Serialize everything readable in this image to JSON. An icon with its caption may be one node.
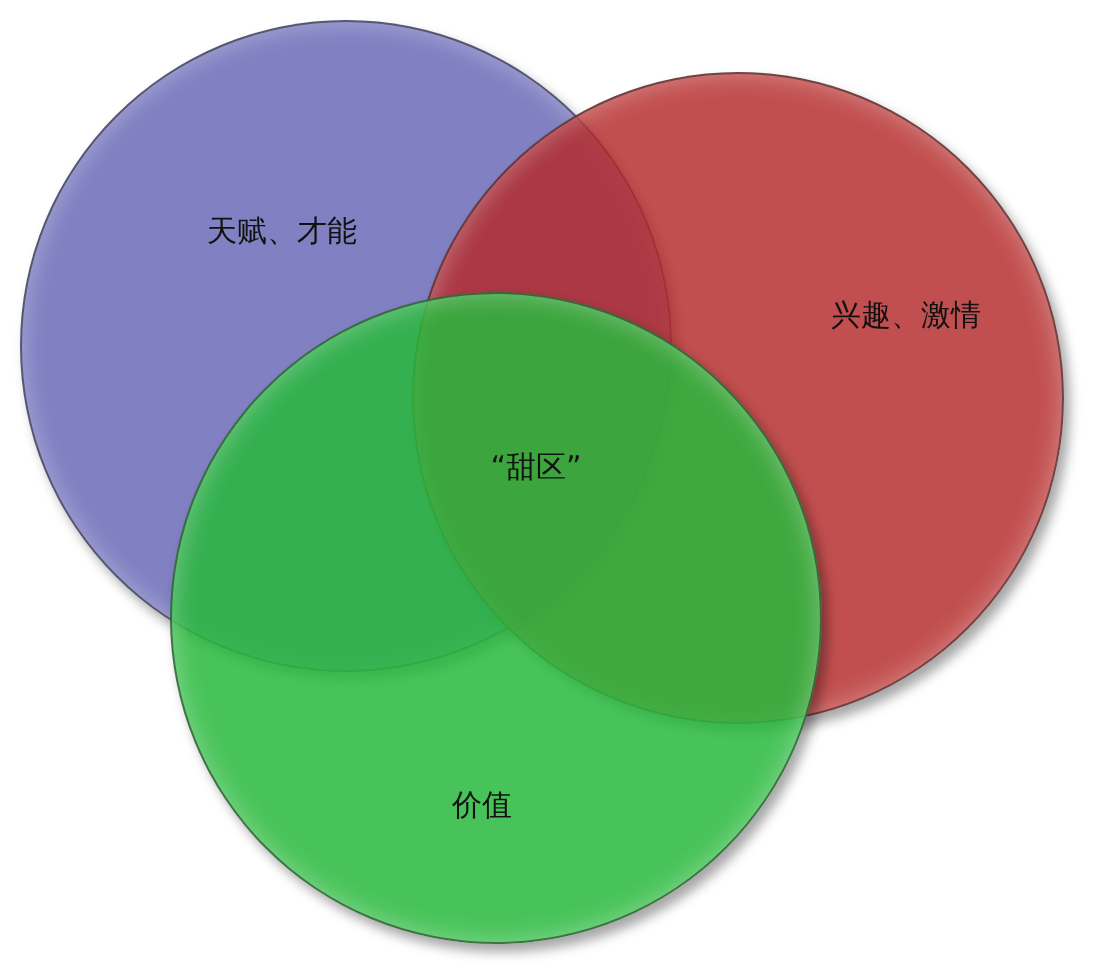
{
  "diagram": {
    "nodes": [
      {
        "text": [
          "天赋、才能"
        ]
      },
      {
        "text": [
          "兴趣、激情"
        ]
      },
      {
        "text": [
          "价值"
        ]
      }
    ],
    "labels": [
      "“甜区”"
    ]
  }
}
